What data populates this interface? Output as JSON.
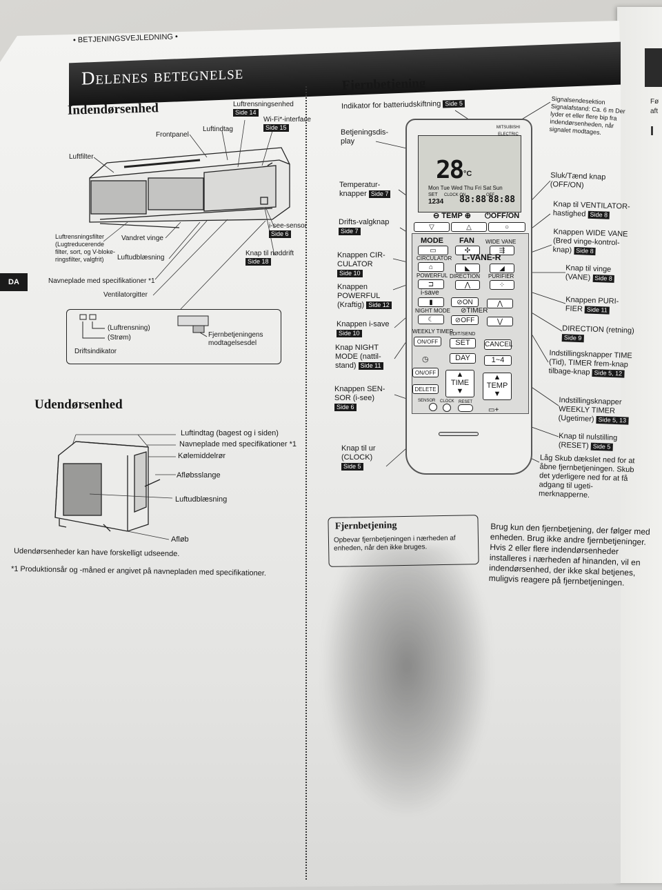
{
  "header": {
    "running_title": "• BETJENINGSVEJLEDNING •",
    "title": "Delenes betegnelse",
    "lang_tab": "DA"
  },
  "indoor": {
    "heading": "Indendørsenhed",
    "labels": {
      "luftrensningsenhed": "Luftrensningsenhed",
      "luftrensningsenhed_page": "Side 14",
      "wifi": "Wi-Fi*-interface",
      "wifi_page": "Side 15",
      "frontpanel": "Frontpanel",
      "luftindtag": "Luftindtag",
      "luftfilter": "Luftfilter",
      "luftrensningsfilter": "Luftrensningsfilter (Lugtreducerende filter, sort, og V-bloke-ringsfilter, valgfrit)",
      "vandret_vinge": "Vandret vinge",
      "luftudblaesning": "Luftudblæsning",
      "navneplade": "Navneplade med specifikationer *1",
      "ventilatorgitter": "Ventilatorgitter",
      "isee": "i-see-sensor",
      "isee_page": "Side 6",
      "noddrift": "Knap til nøddrift",
      "noddrift_page": "Side 18"
    },
    "indicator": {
      "purify": "(Luftrensning)",
      "power": "(Strøm)",
      "caption": "Driftsindikator",
      "receiver": "Fjernbetjeningens modtagelsesdel"
    }
  },
  "outdoor": {
    "heading": "Udendørsenhed",
    "labels": {
      "luftindtag": "Luftindtag (bagest og i siden)",
      "navneplade": "Navneplade med specifikationer *1",
      "kolemiddelror": "Kølemiddelrør",
      "aflobsslange": "Afløbsslange",
      "luftudblaesning": "Luftudblæsning",
      "aflob": "Afløb"
    },
    "note": "Udendørsenheder kan have forskelligt udseende.",
    "footnote": "*1 Produktionsår og -måned er angivet på navnepladen med specifikationer."
  },
  "remote": {
    "heading": "Fjernbetjening",
    "left_labels": [
      {
        "text": "Indikator for batteriudskiftning",
        "page": "Side 5"
      },
      {
        "text": "Betjeningsdis-play",
        "page": ""
      },
      {
        "text": "Temperatur-knapper",
        "page": "Side 7"
      },
      {
        "text": "Drifts-valgknap",
        "page": "Side 7"
      },
      {
        "text": "Knappen CIR-CULATOR",
        "page": "Side 10"
      },
      {
        "text": "Knappen POWERFUL (Kraftig)",
        "page": "Side 12"
      },
      {
        "text": "Knappen i-save",
        "page": "Side 10"
      },
      {
        "text": "Knap NIGHT MODE (nattil-stand)",
        "page": "Side 11"
      },
      {
        "text": "Knappen SEN-SOR (i-see)",
        "page": "Side 6"
      },
      {
        "text": "Knap til ur (CLOCK)",
        "page": "Side 5"
      }
    ],
    "right_labels": [
      {
        "text": "Signalsendesektion Signalafstand: Ca. 6 m Der lyder et eller flere bip fra indendørsenheden, når signalet modtages.",
        "page": ""
      },
      {
        "text": "Sluk/Tænd knap (OFF/ON)",
        "page": ""
      },
      {
        "text": "Knap til VENTILATOR-hastighed",
        "page": "Side 8"
      },
      {
        "text": "Knappen WIDE VANE (Bred vinge-kontrol-knap)",
        "page": "Side 8"
      },
      {
        "text": "Knap til vinge (VANE)",
        "page": "Side 8"
      },
      {
        "text": "Knappen PURI-FIER",
        "page": "Side 11"
      },
      {
        "text": "DIRECTION (retning)",
        "page": "Side 9"
      },
      {
        "text": "Indstillingsknapper TIME (Tid), TIMER frem-knap tilbage-knap",
        "page": "Side 5, 12"
      },
      {
        "text": "Indstillingsknapper WEEKLY TIMER (Ugetimer)",
        "page": "Side 5, 13"
      },
      {
        "text": "Knap til nulstilling (RESET)",
        "page": "Side 5"
      },
      {
        "text": "Låg Skub dækslet ned for at åbne fjernbetjeningen. Skub det yderligere ned for at få adgang til ugeti-merknapperne.",
        "page": ""
      }
    ],
    "device": {
      "brand": "MITSUBISHI ELECTRIC",
      "lcd_temp": "28",
      "lcd_unit": "°C",
      "lcd_days": "Mon Tue Wed Thu Fri Sat Sun",
      "lcd_clock": "88:88",
      "lcd_timer": "88:88",
      "lcd_set": "SET",
      "lcd_clockon": "CLOCK ON",
      "lcd_off": "OFF",
      "lcd_weekly": "1234",
      "temp_label": "TEMP",
      "offon": "OFF/ON",
      "mode": "MODE",
      "fan": "FAN",
      "wide_vane": "WIDE VANE",
      "circulator": "CIRCULATOR",
      "lvaner": "L-VANE-R",
      "powerful": "POWERFUL",
      "direction": "DIRECTION",
      "purifier": "PURIFIER",
      "isave": "i-save",
      "on": "ON",
      "timer": "TIMER",
      "night_mode": "NIGHT MODE",
      "off": "OFF",
      "weekly_timer": "WEEKLY TIMER",
      "edit_send": "EDIT/SEND",
      "onoff": "ON/OFF",
      "set": "SET",
      "cancel": "CANCEL",
      "day": "DAY",
      "range": "1~4",
      "delete": "DELETE",
      "time": "TIME",
      "temp2": "TEMP",
      "sensor": "SENSOR",
      "clock": "CLOCK",
      "reset": "RESET"
    },
    "info_box": {
      "title": "Fjernbetjening",
      "text": "Opbevar fjernbetjeningen i nærheden af enheden, når den ikke bruges."
    },
    "notes": "Brug kun den fjernbetjening, der følger med enheden. Brug ikke andre fjernbetjeninger. Hvis 2 eller flere indendørsenheder installeres i nærheden af hinanden, vil en indendørsenhed, der ikke skal betjenes, muligvis reagere på fjernbetjeningen."
  },
  "next_page": {
    "a": "Fø",
    "b": "aft",
    "c": "I"
  }
}
